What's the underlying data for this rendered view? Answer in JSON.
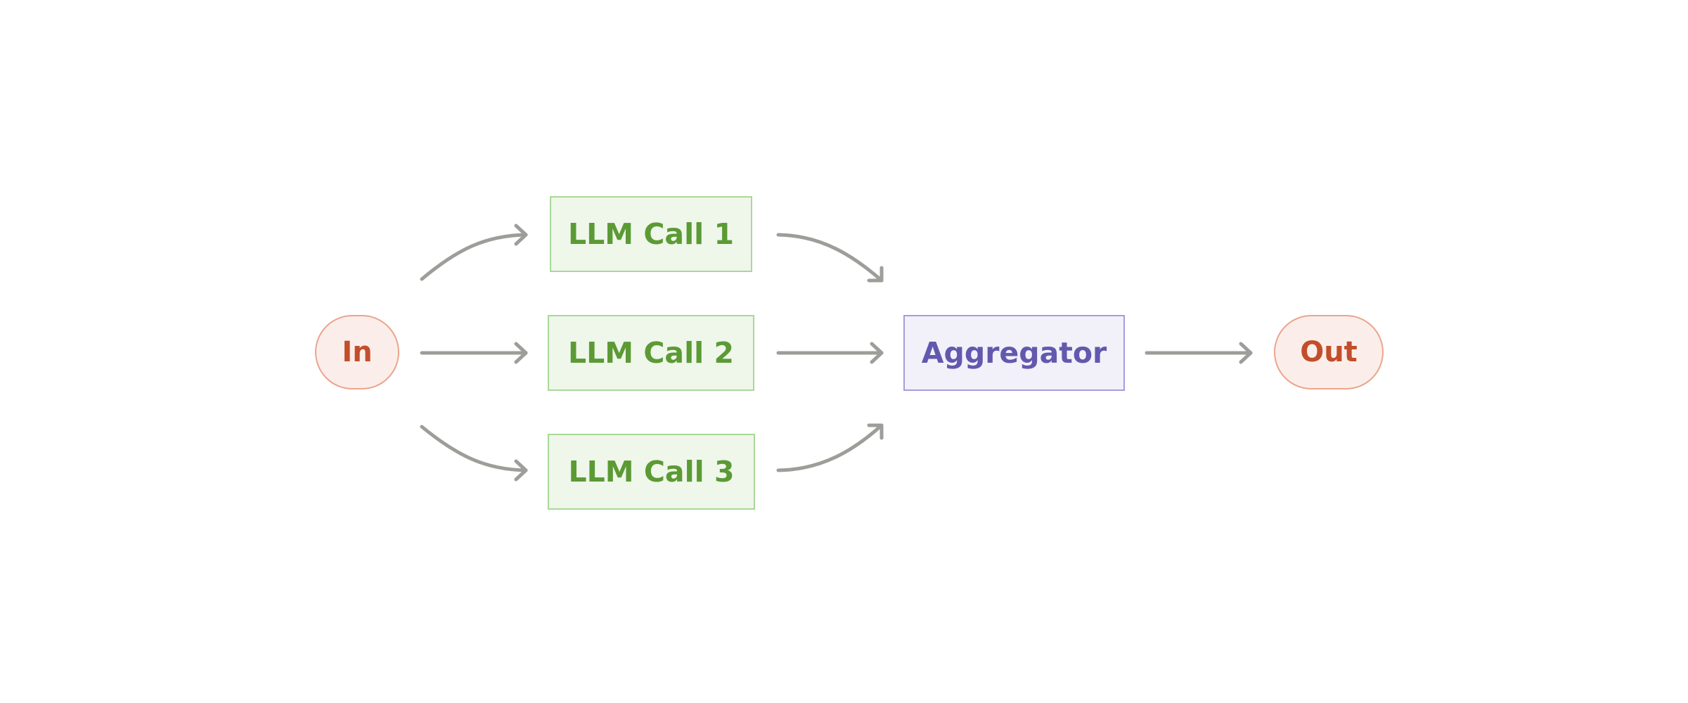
{
  "diagram": {
    "nodes": {
      "input": {
        "label": "In"
      },
      "llm_call_1": {
        "label": "LLM Call 1"
      },
      "llm_call_2": {
        "label": "LLM Call 2"
      },
      "llm_call_3": {
        "label": "LLM Call 3"
      },
      "aggregator": {
        "label": "Aggregator"
      },
      "output": {
        "label": "Out"
      }
    },
    "edges": [
      {
        "from": "In",
        "to": "LLM Call 1"
      },
      {
        "from": "In",
        "to": "LLM Call 2"
      },
      {
        "from": "In",
        "to": "LLM Call 3"
      },
      {
        "from": "LLM Call 1",
        "to": "Aggregator"
      },
      {
        "from": "LLM Call 2",
        "to": "Aggregator"
      },
      {
        "from": "LLM Call 3",
        "to": "Aggregator"
      },
      {
        "from": "Aggregator",
        "to": "Out"
      }
    ],
    "colors": {
      "terminal_text": "#c24e2c",
      "terminal_fill": "#fbeeea",
      "terminal_border": "#eba58c",
      "llm_text": "#5b9a34",
      "llm_fill": "#eff6ea",
      "llm_border": "#a9d89a",
      "aggregator_text": "#6259ae",
      "aggregator_fill": "#f2f1fa",
      "aggregator_border": "#a69bdf",
      "arrow": "#9d9d99"
    }
  }
}
